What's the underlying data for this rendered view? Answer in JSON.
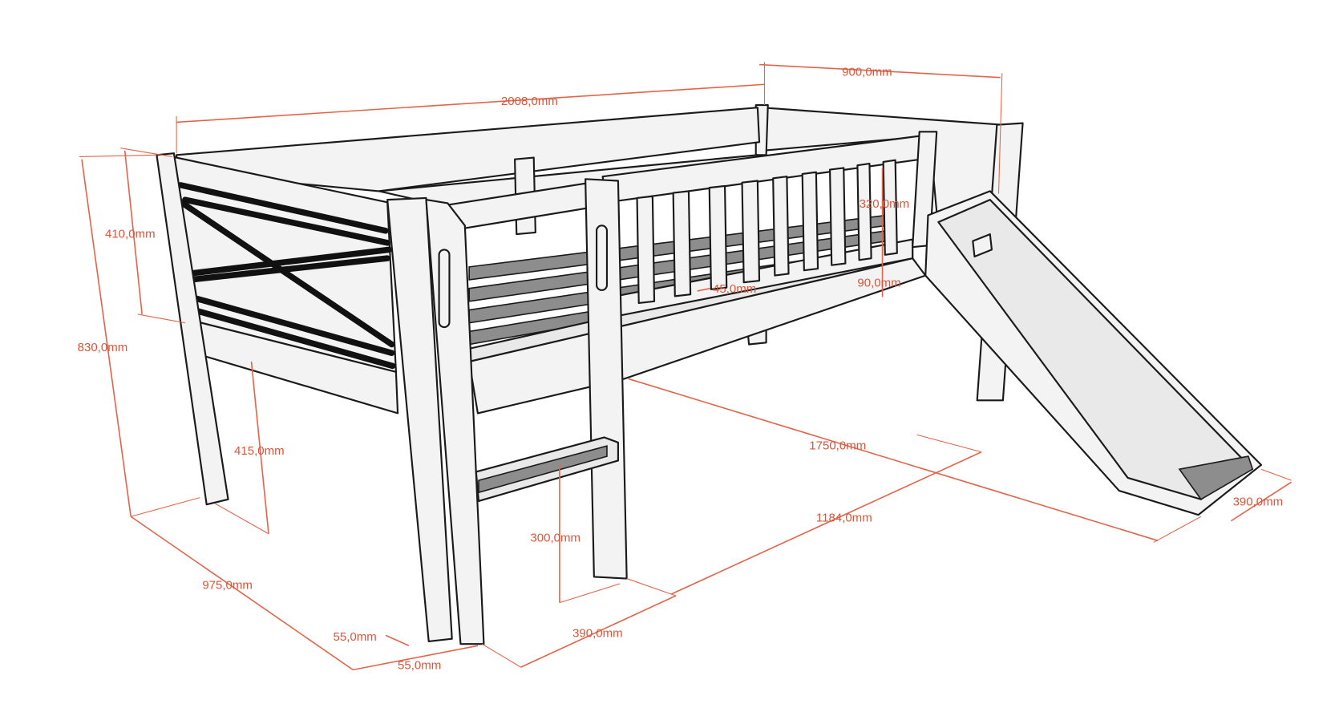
{
  "title": "Bed with slide dimension drawing",
  "colors": {
    "dimension": "#e2654a",
    "outline": "#1a1a1a",
    "panel": "#f3f3f3",
    "slat": "#8d8d8d"
  },
  "dimensions": {
    "overall_length": "2008,0mm",
    "slide_depth": "900,0mm",
    "headboard_height": "410,0mm",
    "total_height": "830,0mm",
    "guard_rail_height": "320,0mm",
    "side_rail_height": "90,0mm",
    "bar_spacing": "45,0mm",
    "under_bed_height": "415,0mm",
    "slide_length": "1750,0mm",
    "slide_offset": "1184,0mm",
    "slide_width": "390,0mm",
    "step_height": "300,0mm",
    "bed_width": "975,0mm",
    "post_width_a": "55,0mm",
    "post_width_b": "55,0mm",
    "ladder_width": "390,0mm"
  }
}
